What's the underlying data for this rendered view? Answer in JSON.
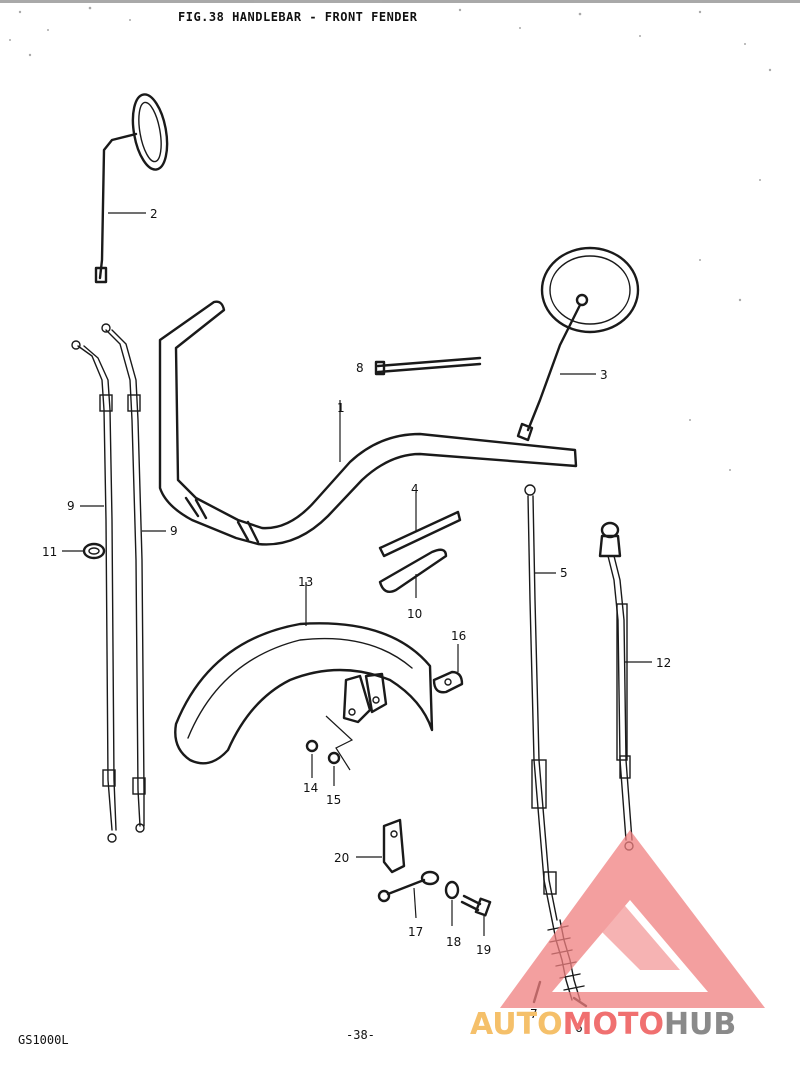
{
  "header": {
    "title": "FIG.38  HANDLEBAR - FRONT FENDER"
  },
  "footer": {
    "model": "GS1000L",
    "page": "-38-"
  },
  "watermark": {
    "text_a": "AUTO",
    "text_b": "MOTO",
    "text_c": "HUB",
    "color_a": "#f5c06a",
    "color_b": "#f07070",
    "color_c": "#8a8a8a",
    "triangle_color": "#f08080"
  },
  "callouts": {
    "c1": "1",
    "c2": "2",
    "c3": "3",
    "c4": "4",
    "c5": "5",
    "c6": "6",
    "c7": "7",
    "c8": "8",
    "c9a": "9",
    "c9b": "9",
    "c10": "10",
    "c11": "11",
    "c12": "12",
    "c13": "13",
    "c14": "14",
    "c15": "15",
    "c16": "16",
    "c17": "17",
    "c18": "18",
    "c19": "19",
    "c20": "20"
  }
}
